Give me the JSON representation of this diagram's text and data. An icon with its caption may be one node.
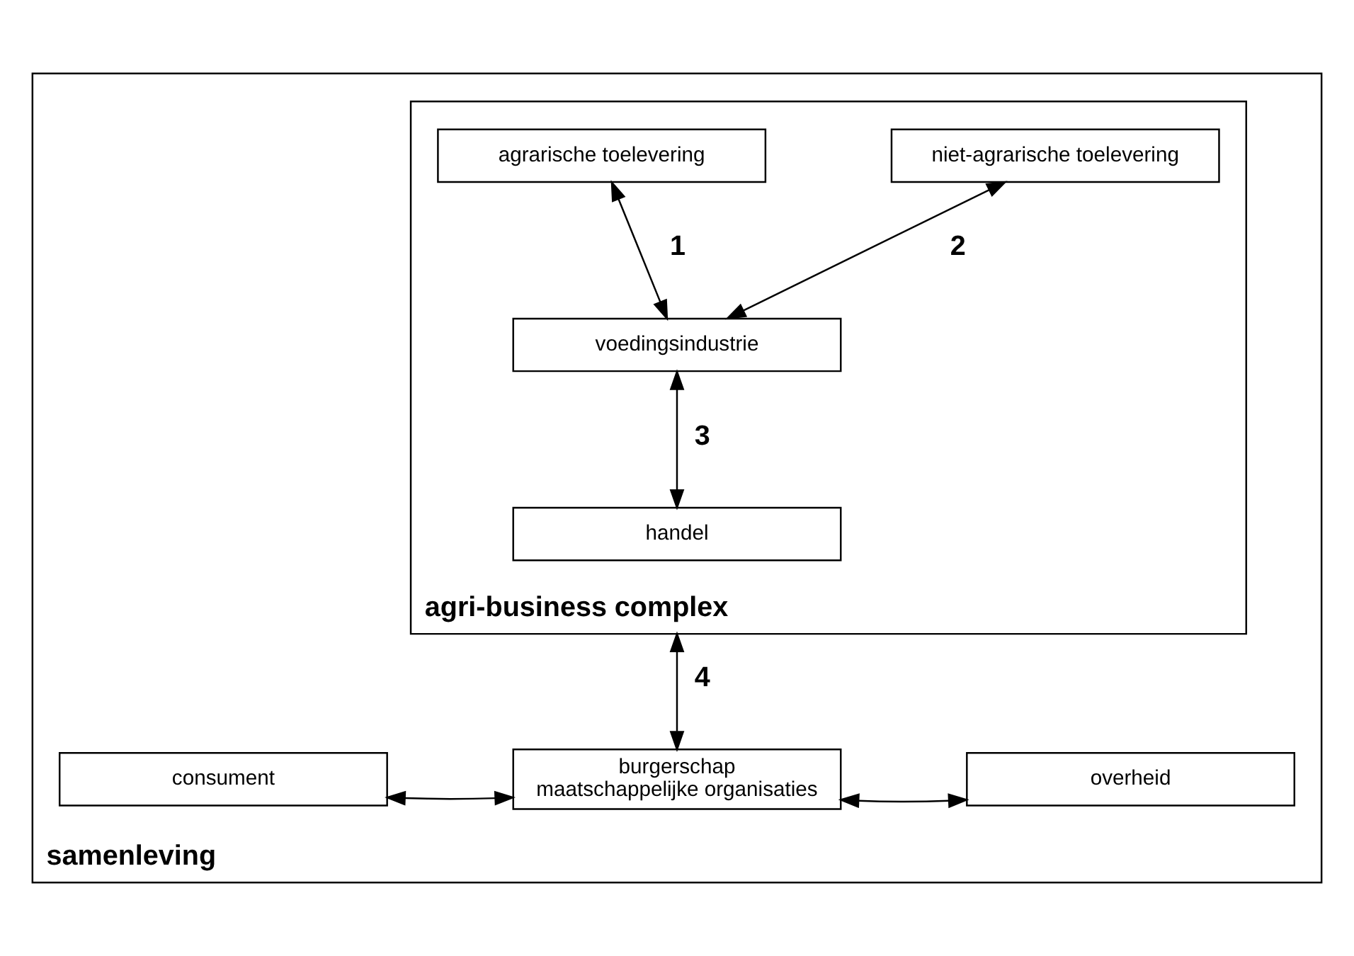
{
  "diagram": {
    "nodes": [
      {
        "text": [
          "samenleving"
        ]
      },
      {
        "text": [
          "agri-business complex"
        ],
        "in": 0
      },
      {
        "text": [
          "agrarische toelevering"
        ],
        "in": 1
      },
      {
        "text": [
          "niet-agrarische toelevering"
        ],
        "in": 1
      },
      {
        "text": [
          "voedingsindustrie"
        ],
        "in": 1
      },
      {
        "text": [
          "handel"
        ],
        "in": 1
      },
      {
        "text": [
          "consument"
        ],
        "in": 0
      },
      {
        "text": [
          "burgerschap maatschappelijke organisaties"
        ],
        "in": 0
      },
      {
        "text": [
          "overheid"
        ],
        "in": 0
      }
    ],
    "edges": [
      {
        "from": 2,
        "to": 4,
        "arrow": "both",
        "label": "1"
      },
      {
        "from": 3,
        "to": 4,
        "arrow": "both",
        "label": "2"
      },
      {
        "from": 4,
        "to": 5,
        "arrow": "both",
        "label": "3"
      },
      {
        "from": 1,
        "to": 7,
        "arrow": "both",
        "label": "4"
      },
      {
        "from": 6,
        "to": 7,
        "arrow": "both"
      },
      {
        "from": 7,
        "to": 8,
        "arrow": "both"
      }
    ]
  }
}
